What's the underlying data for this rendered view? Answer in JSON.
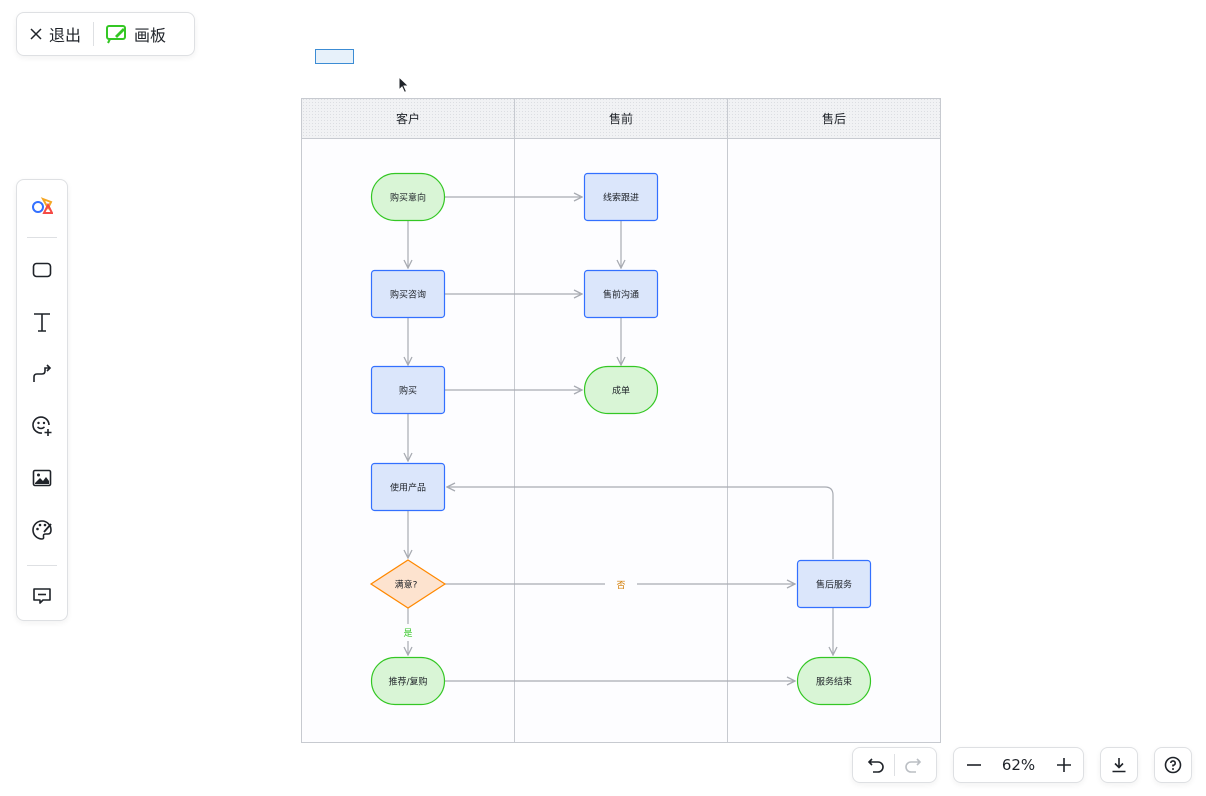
{
  "topbar": {
    "exit_label": "退出",
    "board_label": "画板"
  },
  "toolbar": {
    "tools": [
      {
        "name": "shapes-library-icon"
      },
      {
        "name": "rectangle-icon"
      },
      {
        "name": "text-icon"
      },
      {
        "name": "connector-icon"
      },
      {
        "name": "sticker-icon"
      },
      {
        "name": "image-icon"
      },
      {
        "name": "palette-icon"
      },
      {
        "name": "comment-icon"
      }
    ]
  },
  "diagram": {
    "lanes": [
      "客户",
      "售前",
      "售后"
    ],
    "nodes": {
      "purchase_intent": "购买意向",
      "lead_follow": "线索跟进",
      "purchase_consult": "购买咨询",
      "presale_comm": "售前沟通",
      "purchase": "购买",
      "deal": "成单",
      "use_product": "使用产品",
      "satisfied": "满意?",
      "aftersale_service": "售后服务",
      "recommend": "推荐/复购",
      "service_end": "服务结束"
    },
    "edge_labels": {
      "no": "否",
      "yes": "是"
    }
  },
  "zoom": {
    "level": "62%"
  },
  "colors": {
    "rect_fill": "#dbe6fb",
    "rect_stroke": "#3370ff",
    "term_fill": "#d9f5d6",
    "term_stroke": "#34c724",
    "diamond_fill": "#fde3cf",
    "diamond_stroke": "#ff8800",
    "yes_color": "#34c724",
    "no_color": "#d17a00",
    "edge": "#a8abb2"
  }
}
